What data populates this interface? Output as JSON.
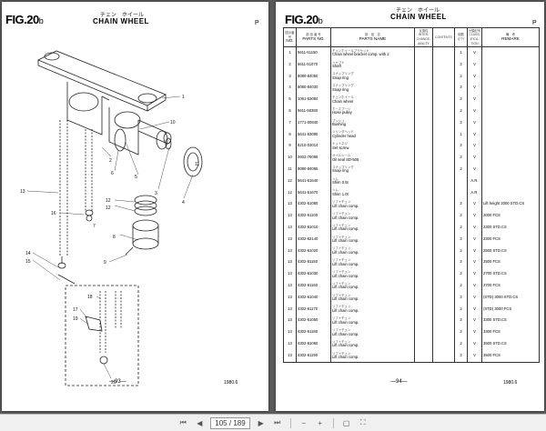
{
  "left_page": {
    "fig_main": "FIG.20",
    "fig_sub": "b",
    "title_jp": "チェン　ホイール",
    "title": "CHAIN WHEEL",
    "letter": "P",
    "page_number": "—93—",
    "date": "1980.6",
    "callouts": [
      "1",
      "2",
      "3",
      "4",
      "5",
      "6",
      "7",
      "8",
      "9",
      "10",
      "11",
      "12",
      "12",
      "13",
      "14",
      "15",
      "16",
      "17",
      "18",
      "19",
      "20"
    ]
  },
  "right_page": {
    "fig_main": "FIG.20",
    "fig_sub": "b",
    "title_jp": "チェン　ホイール",
    "title": "CHAIN WHEEL",
    "letter": "P",
    "page_number": "—94—",
    "date": "1980.6",
    "headers": {
      "no_jp": "図示番号",
      "no": "NO.",
      "pn_jp": "部 品 番 号",
      "pn": "PARTS NO.",
      "name_jp": "部　品　名",
      "name": "PARTS NAME",
      "inter_jp": "互換性",
      "inter": "INTER-CHANGE-ABILITY",
      "cont": "CONTENTS",
      "qty_jp": "個数",
      "qty": "Q'TY",
      "cls_jp": "分類記号",
      "cls": "CLASS-IFICA-TION",
      "rem_jp": "備　考",
      "rem": "REMARK"
    },
    "rows": [
      {
        "no": "1",
        "pn": "5611-51150",
        "jk": "チェンホイールブラケット",
        "name": "Chain wheel bracket comp. with 2",
        "qty": "1",
        "cls": "V",
        "rem": ""
      },
      {
        "no": "2",
        "pn": "5611-51070",
        "jk": "シャフト",
        "name": "Shaft",
        "qty": "2",
        "cls": "V",
        "rem": ""
      },
      {
        "no": "3",
        "pn": "8080-84050",
        "jk": "スナップリング",
        "name": "Snap ring",
        "qty": "2",
        "cls": "V",
        "rem": ""
      },
      {
        "no": "4",
        "pn": "8080-84030",
        "jk": "スナップリング",
        "name": "Snap ring",
        "qty": "2",
        "cls": "V",
        "rem": ""
      },
      {
        "no": "5",
        "pn": "1061-53084",
        "jk": "チェンホイール",
        "name": "Chain wheel",
        "qty": "2",
        "cls": "V",
        "rem": ""
      },
      {
        "no": "6",
        "pn": "5611-50380",
        "jk": "ホースプーリ",
        "name": "Hose pulley",
        "qty": "2",
        "cls": "V",
        "rem": ""
      },
      {
        "no": "7",
        "pn": "1771-00840",
        "jk": "ブッシュ",
        "name": "Bushing",
        "qty": "2",
        "cls": "V",
        "rem": ""
      },
      {
        "no": "8",
        "pn": "5641-53090",
        "jk": "シリンダヘッド",
        "name": "Cylinder head",
        "qty": "1",
        "cls": "V",
        "rem": ""
      },
      {
        "no": "9",
        "pn": "8210-03014",
        "jk": "ナットネジ",
        "name": "Set screw",
        "qty": "2",
        "cls": "V",
        "rem": ""
      },
      {
        "no": "10",
        "pn": "2602-76068",
        "jk": "オイルシール",
        "name": "Oil seal  SD-505",
        "qty": "2",
        "cls": "V",
        "rem": ""
      },
      {
        "no": "11",
        "pn": "8080-84065",
        "jk": "スナップリング",
        "name": "Snap ring",
        "qty": "2",
        "cls": "V",
        "rem": ""
      },
      {
        "no": "12",
        "pn": "5641-51640",
        "jk": "シム",
        "name": "Shim 0.5t",
        "qty": "",
        "cls": "A.R.",
        "rem": ""
      },
      {
        "no": "12",
        "pn": "5641-51670",
        "jk": "シム",
        "name": "Shim 1.0t",
        "qty": "",
        "cls": "A.R.",
        "rem": ""
      },
      {
        "no": "13",
        "pn": "4302-61080",
        "jk": "リフトチェン",
        "name": "Lift chain comp.",
        "qty": "2",
        "cls": "V",
        "rem": "Lift height 2000 STD.CS"
      },
      {
        "no": "13",
        "pn": "4302-61100",
        "jk": "リフトチェン",
        "name": "Lift chain comp.",
        "qty": "2",
        "cls": "V",
        "rem": "2000 FCS"
      },
      {
        "no": "13",
        "pn": "4302-61010",
        "jk": "リフトチェン",
        "name": "Lift chain comp.",
        "qty": "2",
        "cls": "V",
        "rem": "2300 STD.CS"
      },
      {
        "no": "13",
        "pn": "4302-62140",
        "jk": "リフトチェン",
        "name": "Lift chain comp.",
        "qty": "2",
        "cls": "V",
        "rem": "2300 FCS"
      },
      {
        "no": "13",
        "pn": "4302-61020",
        "jk": "リフトチェン",
        "name": "Lift chain comp.",
        "qty": "2",
        "cls": "V",
        "rem": "2500 STD.CS"
      },
      {
        "no": "13",
        "pn": "4302-51150",
        "jk": "リフトチェン",
        "name": "Lift chain comp.",
        "qty": "2",
        "cls": "V",
        "rem": "2500 FCS"
      },
      {
        "no": "13",
        "pn": "4302-61030",
        "jk": "リフトチェン",
        "name": "Lift chain comp.",
        "qty": "2",
        "cls": "V",
        "rem": "2700 STD.CS"
      },
      {
        "no": "13",
        "pn": "4302-61160",
        "jk": "リフトチェン",
        "name": "Lift chain comp.",
        "qty": "2",
        "cls": "V",
        "rem": "2700 FCS"
      },
      {
        "no": "13",
        "pn": "4302-61040",
        "jk": "リフトチェン",
        "name": "Lift chain comp.",
        "qty": "2",
        "cls": "V",
        "rem": "(STD) 3000 STD.CS"
      },
      {
        "no": "13",
        "pn": "4302-61170",
        "jk": "リフトチェン",
        "name": "Lift chain comp.",
        "qty": "2",
        "cls": "V",
        "rem": "(STD) 3000 FCS"
      },
      {
        "no": "13",
        "pn": "4302-61050",
        "jk": "リフトチェン",
        "name": "Lift chain comp.",
        "qty": "2",
        "cls": "V",
        "rem": "3300 STD.CS"
      },
      {
        "no": "13",
        "pn": "4302-61180",
        "jk": "リフトチェン",
        "name": "Lift chain comp.",
        "qty": "2",
        "cls": "V",
        "rem": "3300 FCS"
      },
      {
        "no": "13",
        "pn": "4302-61060",
        "jk": "リフトチェン",
        "name": "Lift chain comp.",
        "qty": "2",
        "cls": "V",
        "rem": "3500 STD.CS"
      },
      {
        "no": "13",
        "pn": "4302-61190",
        "jk": "リフトチェン",
        "name": "Lift chain comp.",
        "qty": "2",
        "cls": "V",
        "rem": "3500 FCS"
      }
    ]
  },
  "toolbar": {
    "current_page": "105",
    "separator": "/",
    "total_pages": "189",
    "first_icon": "first-page-icon",
    "prev_icon": "previous-page-icon",
    "next_icon": "next-page-icon",
    "last_icon": "last-page-icon",
    "zoom_out_icon": "zoom-out-icon",
    "zoom_in_icon": "zoom-in-icon",
    "fit_icon": "fit-page-icon",
    "fullscreen_icon": "fullscreen-icon"
  }
}
